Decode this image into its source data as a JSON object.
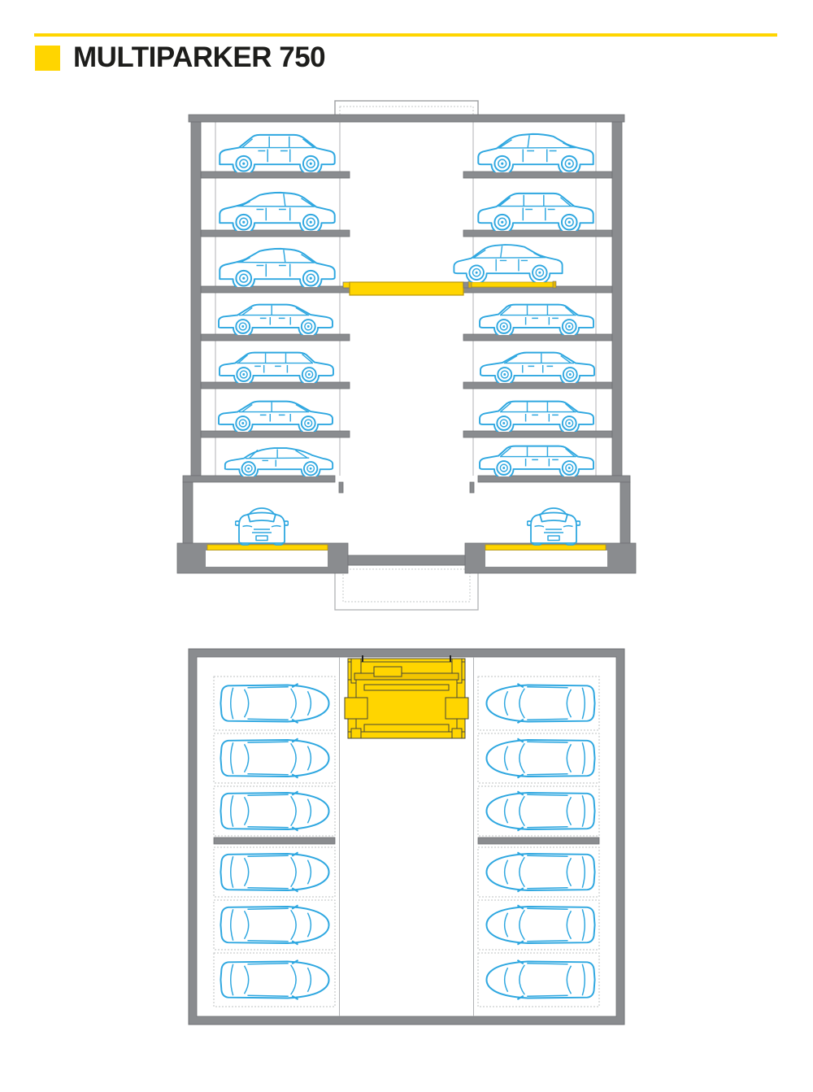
{
  "header": {
    "title": "MULTIPARKER 750"
  },
  "colors": {
    "accent_yellow": "#FFD500",
    "pallet_gold_edge": "#B8960C",
    "structure_gray": "#8A8C8F",
    "structure_outline": "#6F7174",
    "car_blue": "#2EA7E0",
    "light_line": "#B0B2B4",
    "dotted_line": "#C6C8CA",
    "lift_outline": "#474738",
    "title_text": "#1D1D1B"
  },
  "section_view": {
    "label": "building cross-section with central lift shaft",
    "levels": [
      {
        "level": 7,
        "left_car": "suv",
        "right_car": "coupe_suv"
      },
      {
        "level": 6,
        "left_car": "coupe_suv",
        "right_car": "suv"
      },
      {
        "level": 5,
        "left_car": "coupe_suv",
        "right_car": "crossover_on_lift_pallet"
      },
      {
        "level": 4,
        "left_car": "sedan",
        "right_car": "wagon"
      },
      {
        "level": 3,
        "left_car": "wagon",
        "right_car": "sedan"
      },
      {
        "level": 2,
        "left_car": "sedan",
        "right_car": "wagon"
      },
      {
        "level": 1,
        "left_car": "coupe",
        "right_car": "wagon"
      }
    ],
    "entry_level": {
      "left_car": "front_view",
      "right_car": "front_view",
      "left_pallet": true,
      "right_pallet": true
    },
    "lift_platform_at_level": 5,
    "total_cars": 16
  },
  "plan_view": {
    "label": "top view of parking level",
    "left_column_cars": 6,
    "right_column_cars": 6,
    "divider_after_row": 3,
    "lift_position": "top-center",
    "total_cars": 12
  }
}
